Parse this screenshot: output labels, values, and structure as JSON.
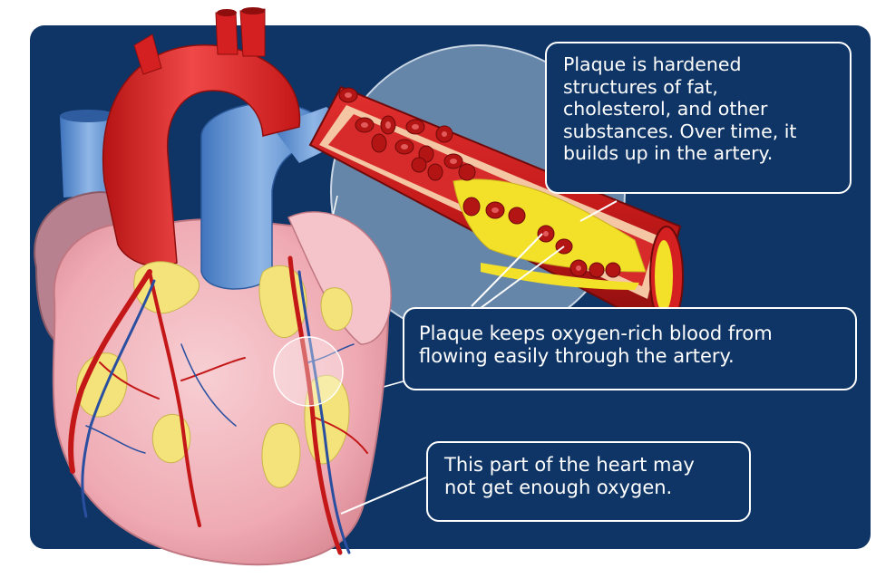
{
  "colors": {
    "background_panel": "#0f3566",
    "artery_red": "#d41f1f",
    "vein_blue": "#5b8fd0",
    "plaque_yellow": "#f3e37a",
    "heart_pink": "#f2b6bd",
    "callout_border": "#ffffff"
  },
  "callouts": [
    {
      "lines": [
        "Plaque is hardened",
        "structures of fat,",
        "cholesterol, and other",
        "substances. Over time, it",
        "builds up in the artery."
      ]
    },
    {
      "lines": [
        "Plaque keeps oxygen-rich blood from",
        "flowing easily through the artery."
      ]
    },
    {
      "lines": [
        "This part of the heart may",
        "not get enough oxygen."
      ]
    }
  ]
}
